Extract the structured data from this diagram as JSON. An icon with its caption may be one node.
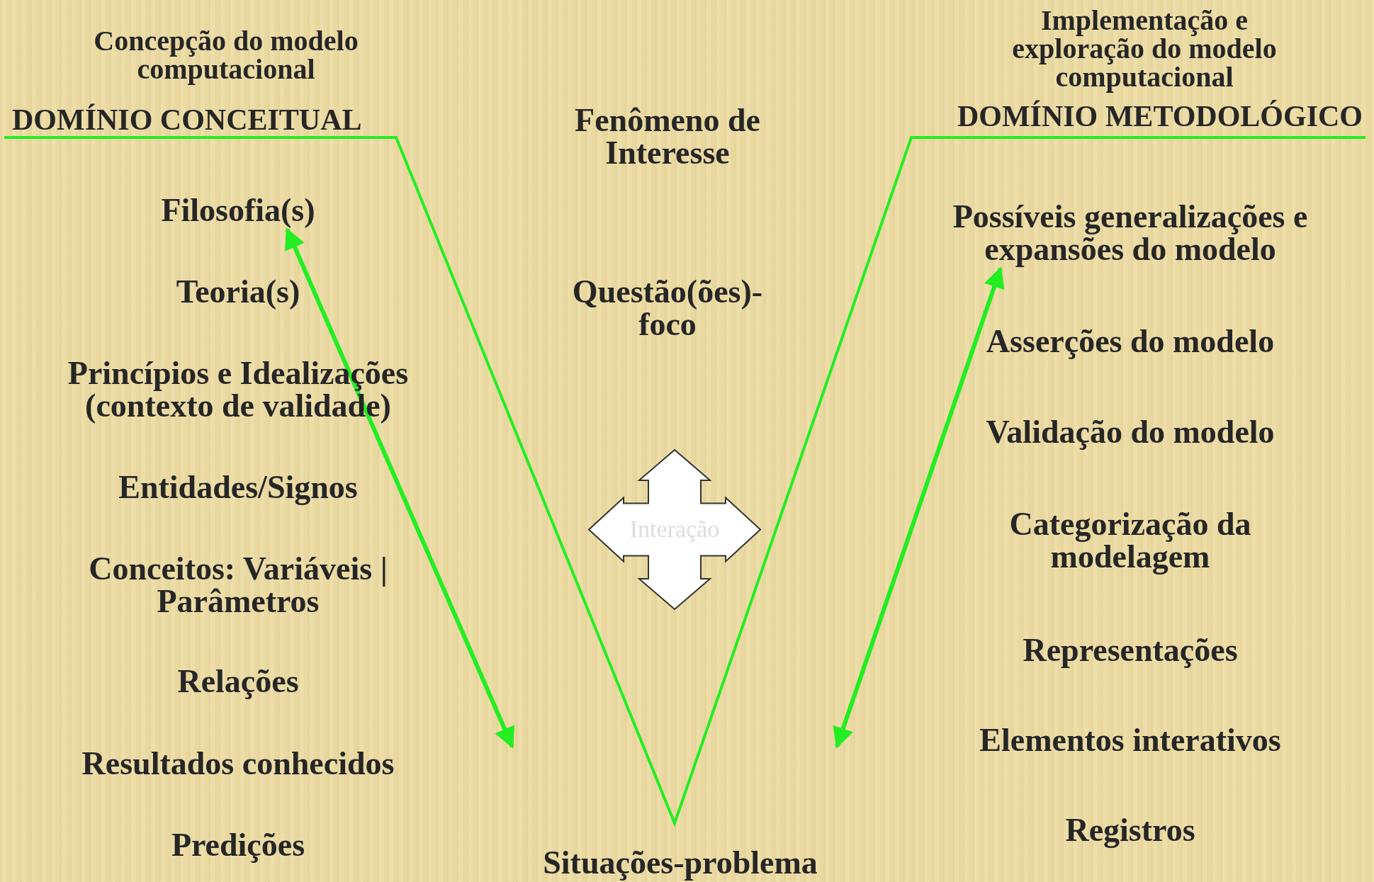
{
  "diagram": {
    "nodes": [
      {
        "text": [
          "Filosofia(s)"
        ]
      },
      {
        "text": [
          "Possíveis generalizações e expansões do modelo"
        ]
      },
      {
        "text": [
          "Interação"
        ]
      }
    ],
    "edges": [
      {
        "from": null,
        "to": 0,
        "arrow": "both",
        "color": "#22ee22"
      },
      {
        "from": null,
        "to": 1,
        "arrow": "both",
        "color": "#22ee22"
      }
    ],
    "labels": [
      "Concepção do modelo computacional",
      "DOMÍNIO CONCEITUAL",
      "Teoria(s)",
      "Princípios e Idealizações (contexto de validade)",
      "Entidades/Signos",
      "Conceitos: Variáveis | Parâmetros",
      "Relações",
      "Resultados conhecidos",
      "Predições",
      "Fenômeno de Interesse",
      "Questão(ões)-foco",
      "Situações-problema",
      "Implementação e exploração do modelo computacional",
      "DOMÍNIO METODOLÓGICO",
      "Asserções do modelo",
      "Validação do modelo",
      "Categorização da modelagem",
      "Representações",
      "Elementos interativos",
      "Registros"
    ]
  }
}
